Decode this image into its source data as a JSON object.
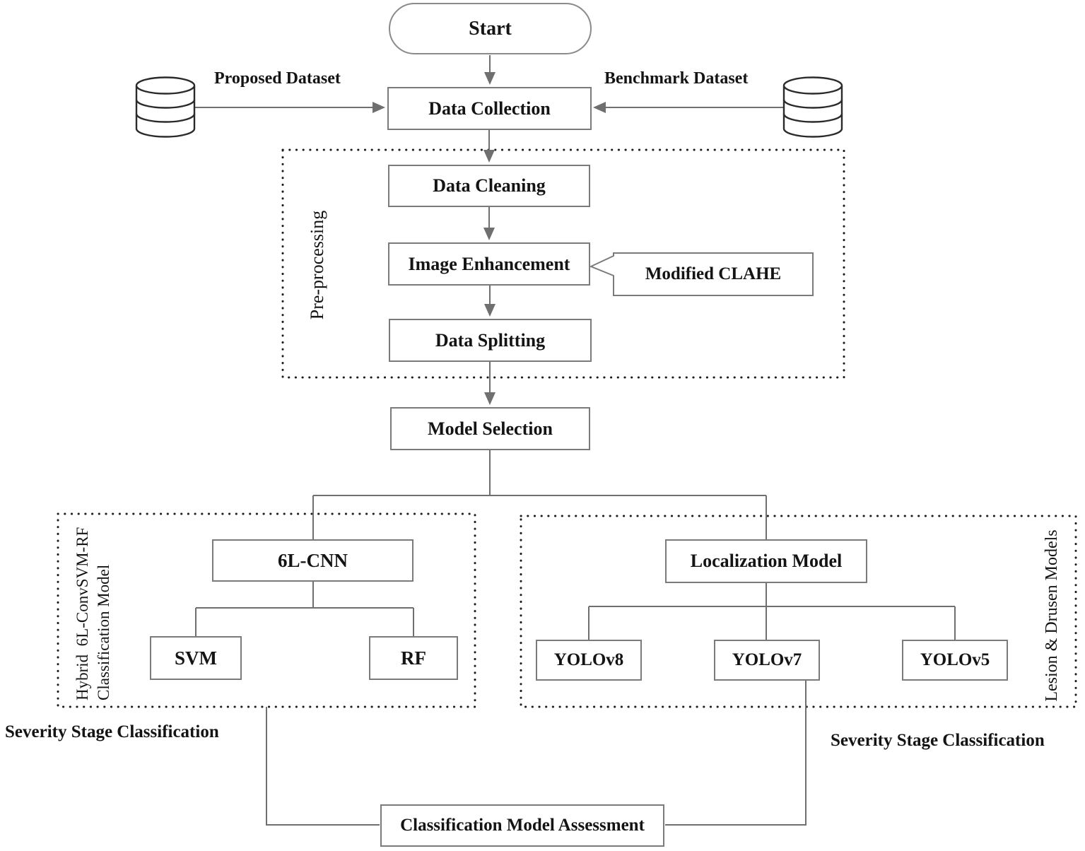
{
  "flowchart": {
    "nodes": {
      "start": "Start",
      "data_collection": "Data Collection",
      "data_cleaning": "Data Cleaning",
      "image_enhancement": "Image Enhancement",
      "modified_clahe": "Modified CLAHE",
      "data_splitting": "Data Splitting",
      "model_selection": "Model Selection",
      "cnn": "6L-CNN",
      "svm": "SVM",
      "rf": "RF",
      "localization_model": "Localization Model",
      "yolov8": "YOLOv8",
      "yolov7": "YOLOv7",
      "yolov5": "YOLOv5",
      "assessment": "Classification Model Assessment"
    },
    "dataset_labels": {
      "proposed": "Proposed Dataset",
      "benchmark": "Benchmark Dataset"
    },
    "group_labels": {
      "preprocessing": "Pre-processing",
      "hybrid_line1": "Hybrid  6L-ConvSVM-RF",
      "hybrid_line2": "Classification Model",
      "lesion": "Lesion & Drusen Models"
    },
    "captions": {
      "severity_left": "Severity Stage Classification",
      "severity_right": "Severity Stage Classification"
    },
    "icons": {
      "left": "database-icon",
      "right": "database-icon"
    },
    "colors": {
      "background": "#ffffff",
      "box_border": "#7b7b7b",
      "connector": "#6f6f6f",
      "dotted_border": "#1c1c1c",
      "text": "#141414"
    }
  }
}
